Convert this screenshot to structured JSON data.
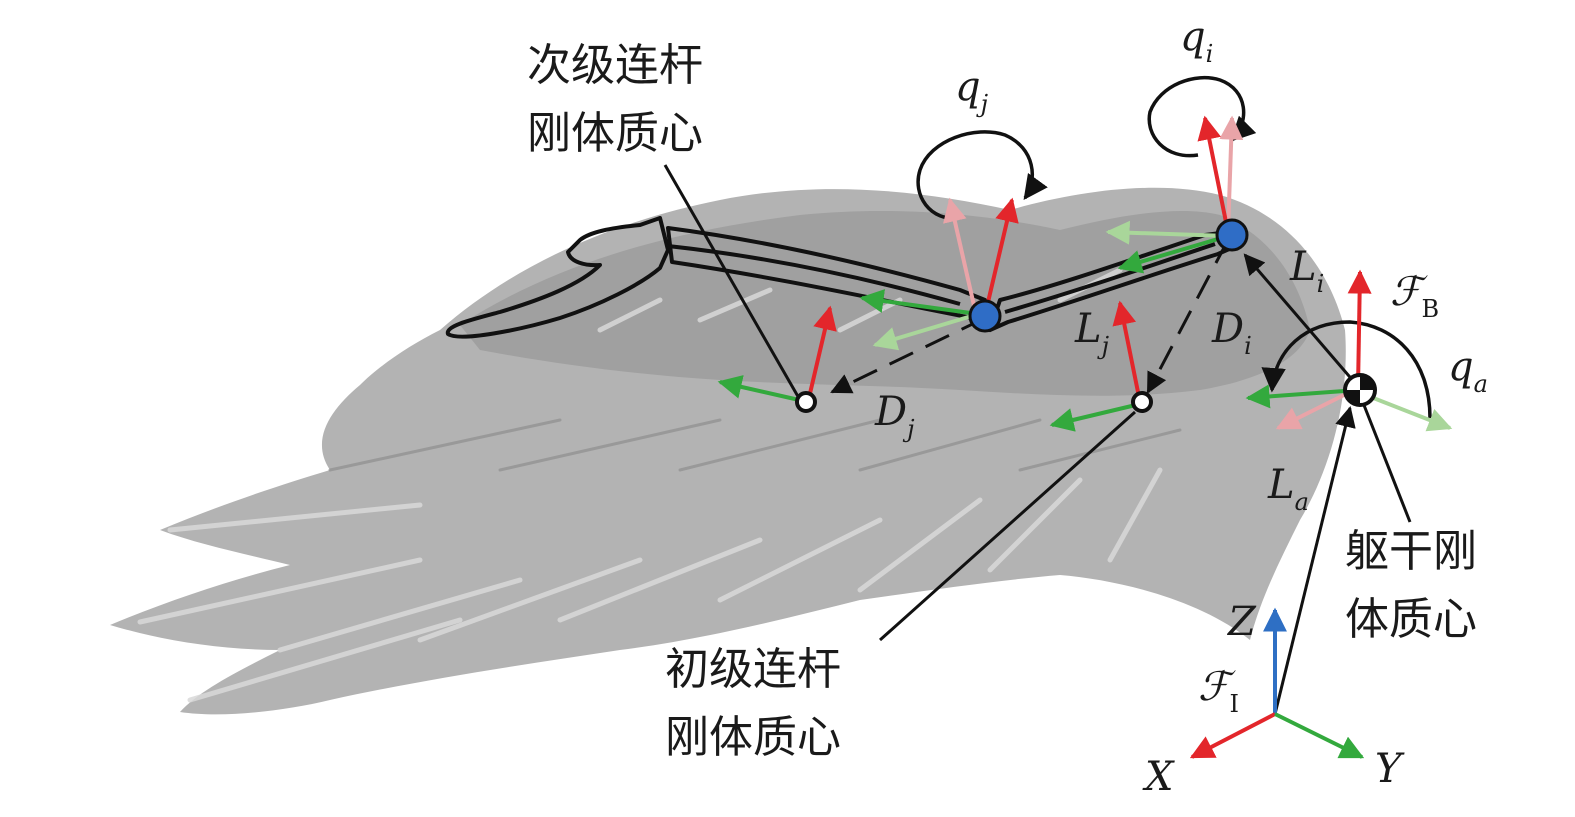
{
  "labels": {
    "secondary_line1": "次级连杆",
    "secondary_line2": "刚体质心",
    "primary_line1": "初级连杆",
    "primary_line2": "刚体质心",
    "torso_line1": "躯干刚",
    "torso_line2": "体质心"
  },
  "symbols": {
    "qj": {
      "base": "q",
      "sub": "j"
    },
    "qi": {
      "base": "q",
      "sub": "i"
    },
    "qa": {
      "base": "q",
      "sub": "a"
    },
    "Li": {
      "base": "L",
      "sub": "i"
    },
    "Lj": {
      "base": "L",
      "sub": "j"
    },
    "La": {
      "base": "L",
      "sub": "a"
    },
    "Di": {
      "base": "D",
      "sub": "i"
    },
    "Dj": {
      "base": "D",
      "sub": "j"
    },
    "FB": {
      "base": "ℱ",
      "sub": "B"
    },
    "FI": {
      "base": "ℱ",
      "sub": "I"
    }
  },
  "axes": {
    "x": "X",
    "y": "Y",
    "z": "Z"
  },
  "colors": {
    "wing_dark": "#9a9a9a",
    "wing_mid": "#b3b3b3",
    "wing_light": "#cfcfcf",
    "x_axis": "#e3262b",
    "y_axis": "#33a93d",
    "z_axis": "#2e6fc4",
    "x_faded": "#e9a4a8",
    "y_faded": "#a9d69a",
    "joint": "#2f6dc6",
    "line": "#111111"
  }
}
